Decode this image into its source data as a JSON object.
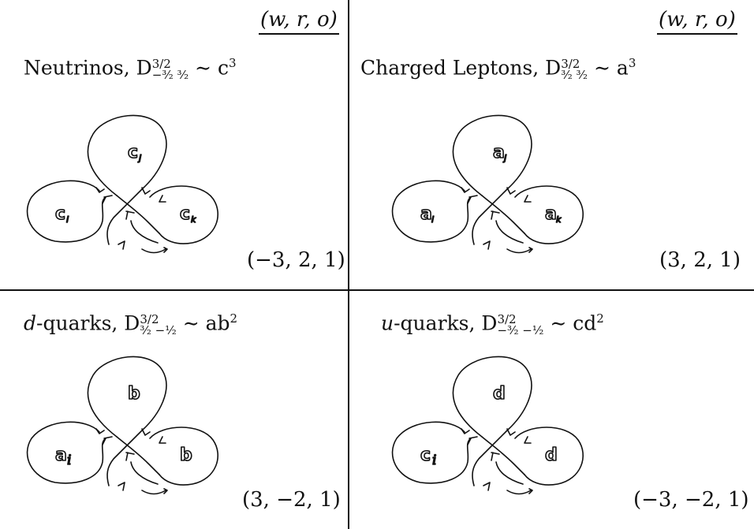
{
  "corner_label": "(w, r, o)",
  "panels": [
    {
      "heading": {
        "name": "Neutrinos, D",
        "sup": "3/2",
        "sub": "−³⁄₂ ³⁄₂",
        "relation": "∼ c",
        "power": "3"
      },
      "triple": "(−3, 2, 1)",
      "loops": {
        "top": "c",
        "top_sub": "j",
        "left": "c",
        "left_sub": "i",
        "right": "c",
        "right_sub": "k"
      }
    },
    {
      "heading": {
        "name": "Charged Leptons, D",
        "sup": "3/2",
        "sub": "³⁄₂ ³⁄₂",
        "relation": "∼ a",
        "power": "3"
      },
      "triple": "(3, 2, 1)",
      "loops": {
        "top": "a",
        "top_sub": "j",
        "left": "a",
        "left_sub": "i",
        "right": "a",
        "right_sub": "k"
      }
    },
    {
      "heading": {
        "name_italic": "d",
        "name": "-quarks, D",
        "sup": "3/2",
        "sub": "³⁄₂ −¹⁄₂",
        "relation": "∼ ab",
        "power": "2"
      },
      "triple": "(3, −2, 1)",
      "loops": {
        "top": "b",
        "top_sub": "",
        "left": "a",
        "left_sub": "i",
        "right": "b",
        "right_sub": ""
      }
    },
    {
      "heading": {
        "name_italic": "u",
        "name": "-quarks, D",
        "sup": "3/2",
        "sub": "−³⁄₂ −¹⁄₂",
        "relation": "∼ cd",
        "power": "2"
      },
      "triple": "(−3, −2, 1)",
      "loops": {
        "top": "d",
        "top_sub": "",
        "left": "c",
        "left_sub": "i",
        "right": "d",
        "right_sub": ""
      }
    }
  ]
}
